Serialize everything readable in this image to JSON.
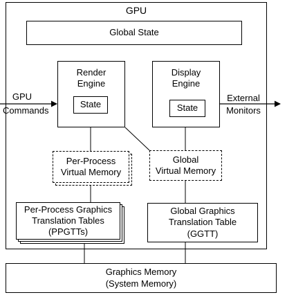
{
  "gpu": {
    "title": "GPU"
  },
  "global_state": {
    "label": "Global State"
  },
  "render_engine": {
    "label_line1": "Render",
    "label_line2": "Engine",
    "state": "State"
  },
  "display_engine": {
    "label_line1": "Display",
    "label_line2": "Engine",
    "state": "State"
  },
  "gpu_commands": {
    "line1": "GPU",
    "line2": "Commands"
  },
  "external_monitors": {
    "line1": "External",
    "line2": "Monitors"
  },
  "per_process_vm": {
    "line1": "Per-Process",
    "line2": "Virtual Memory"
  },
  "global_vm": {
    "line1": "Global",
    "line2": "Virtual Memory"
  },
  "ppgtt": {
    "line1": "Per-Process Graphics",
    "line2": "Translation Tables",
    "line3": "(PPGTTs)"
  },
  "ggtt": {
    "line1": "Global Graphics",
    "line2": "Translation Table",
    "line3": "(GGTT)"
  },
  "graphics_memory": {
    "line1": "Graphics Memory",
    "line2": "(System Memory)"
  }
}
